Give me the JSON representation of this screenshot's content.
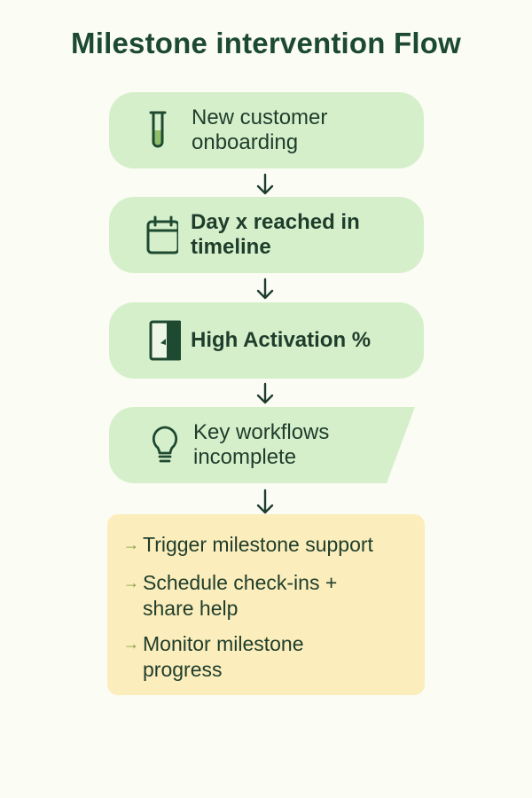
{
  "title": "Milestone intervention Flow",
  "steps": [
    {
      "label": "New customer onboarding",
      "icon": "test-tube-icon"
    },
    {
      "label": "Day x reached in timeline",
      "icon": "calendar-icon"
    },
    {
      "label": "High Activation %",
      "icon": "activation-panel-icon"
    },
    {
      "label": "Key workflows incomplete",
      "icon": "lightbulb-icon"
    }
  ],
  "actions": [
    {
      "bullet": "→",
      "text": "Trigger milestone support"
    },
    {
      "bullet": "→",
      "text": "Schedule check-ins + share help"
    },
    {
      "bullet": "→",
      "text": "Monitor milestone progress"
    }
  ],
  "colors": {
    "background": "#fbfcf4",
    "step_fill": "#d6efcb",
    "action_fill": "#fbedbc",
    "ink": "#1c4a30",
    "bullet": "#7d9a3c"
  }
}
